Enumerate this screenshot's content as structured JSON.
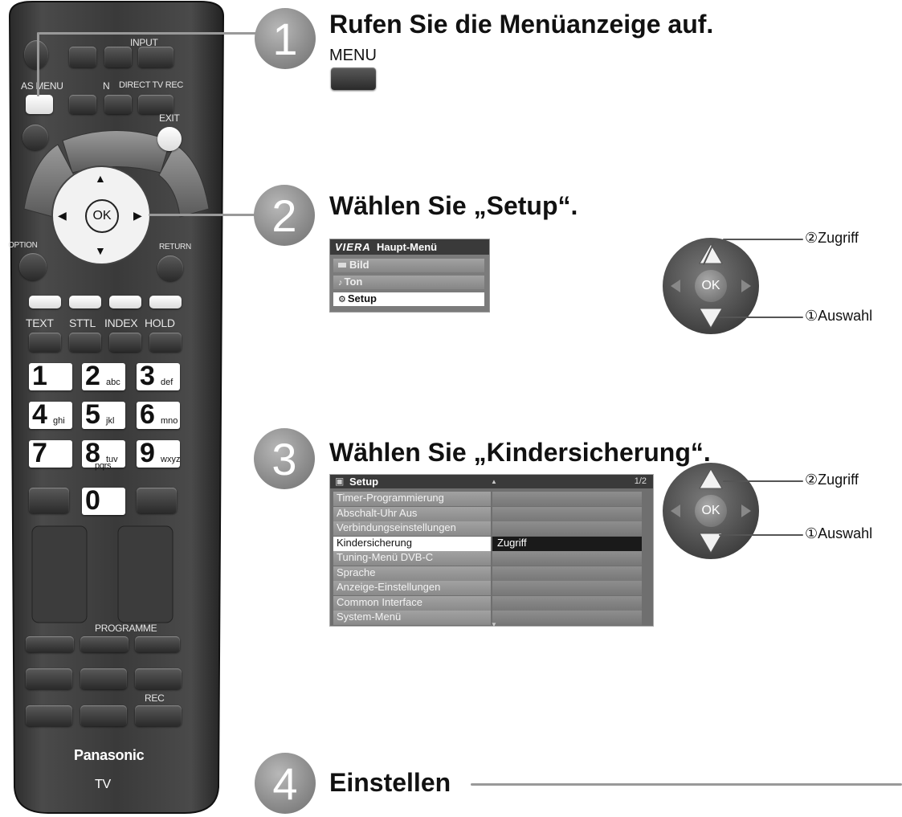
{
  "remote": {
    "labels": {
      "input": "INPUT",
      "menu": "AS MENU",
      "n": "N",
      "direct_tv_rec": "DIRECT TV REC",
      "exit": "EXIT",
      "ok": "OK",
      "option": "OPTION",
      "return": "RETURN",
      "text": "TEXT",
      "sttl": "STTL",
      "index": "INDEX",
      "hold": "HOLD",
      "programme": "PROGRAMME",
      "rec": "REC",
      "brand": "Panasonic",
      "tv": "TV"
    },
    "numkeys": [
      {
        "n": "1",
        "s": ""
      },
      {
        "n": "2",
        "s": "abc"
      },
      {
        "n": "3",
        "s": "def"
      },
      {
        "n": "4",
        "s": "ghi"
      },
      {
        "n": "5",
        "s": "jkl"
      },
      {
        "n": "6",
        "s": "mno"
      },
      {
        "n": "7",
        "s": ""
      },
      {
        "n": "8",
        "s": "tuv"
      },
      {
        "n": "9",
        "s": "wxyz"
      },
      {
        "n": "0",
        "s": ""
      }
    ],
    "pqrs": "pqrs"
  },
  "steps": [
    {
      "number": "1",
      "heading": "Rufen Sie die Menüanzeige auf.",
      "button_label": "MENU"
    },
    {
      "number": "2",
      "heading": "Wählen Sie „Setup“."
    },
    {
      "number": "3",
      "heading": "Wählen Sie „Kindersicherung“."
    },
    {
      "number": "4",
      "heading": "Einstellen"
    }
  ],
  "main_menu": {
    "title_logo": "VIERA",
    "title": "Haupt-Menü",
    "items": [
      {
        "label": "Bild",
        "icon": "picture-icon"
      },
      {
        "label": "Ton",
        "icon": "music-note-icon"
      },
      {
        "label": "Setup",
        "icon": "setup-gear-icon"
      }
    ],
    "selected_index": 2
  },
  "setup_menu": {
    "title": "Setup",
    "page": "1/2",
    "items": [
      "Timer-Programmierung",
      "Abschalt-Uhr Aus",
      "Verbindungseinstellungen",
      "Kindersicherung",
      "Tuning-Menü DVB-C",
      "Sprache",
      "Anzeige-Einstellungen",
      "Common Interface",
      "System-Menü"
    ],
    "selected_index": 3,
    "selected_value": "Zugriff"
  },
  "ok_pad": {
    "center_label": "OK",
    "access_label": "②Zugriff",
    "select_label": "①Auswahl"
  },
  "colors": {
    "step_circle": "#8e8e8e",
    "callout_line": "#999999",
    "menu_background": "#7b7b7b",
    "selected_highlight": "#ffffff"
  }
}
